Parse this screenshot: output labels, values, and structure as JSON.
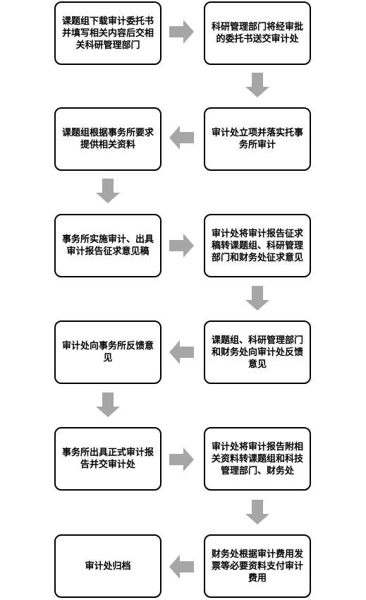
{
  "steps": [
    {
      "id": "s1",
      "text": "课题组下载审计委托书并填写相关内容后交相关科研管理部门"
    },
    {
      "id": "s2",
      "text": "科研管理部门将经审批的委托书送交审计处"
    },
    {
      "id": "s3",
      "text": "审计处立项并落实托事务所审计"
    },
    {
      "id": "s4",
      "text": "课题组根据事务所要求提供相关资料"
    },
    {
      "id": "s5",
      "text": "事务所实施审计、出具审计报告征求意见稿"
    },
    {
      "id": "s6",
      "text": "审计处将审计报告征求稿转课题组、科研管理部门和财务处征求意见"
    },
    {
      "id": "s7",
      "text": "课题组、科研管理部门和财务处向审计处反馈意见"
    },
    {
      "id": "s8",
      "text": "审计处向事务所反馈意见"
    },
    {
      "id": "s9",
      "text": "事务所出具正式审计报告并交审计处"
    },
    {
      "id": "s10",
      "text": "审计处将审计报告附相关资料转课题组和科技管理部门、财务处"
    },
    {
      "id": "s11",
      "text": "财务处根据审计费用发票等必要资料支付审计费用"
    },
    {
      "id": "s12",
      "text": "审计处归档"
    }
  ],
  "colors": {
    "arrow": "#a6a6a6",
    "border": "#000000"
  }
}
